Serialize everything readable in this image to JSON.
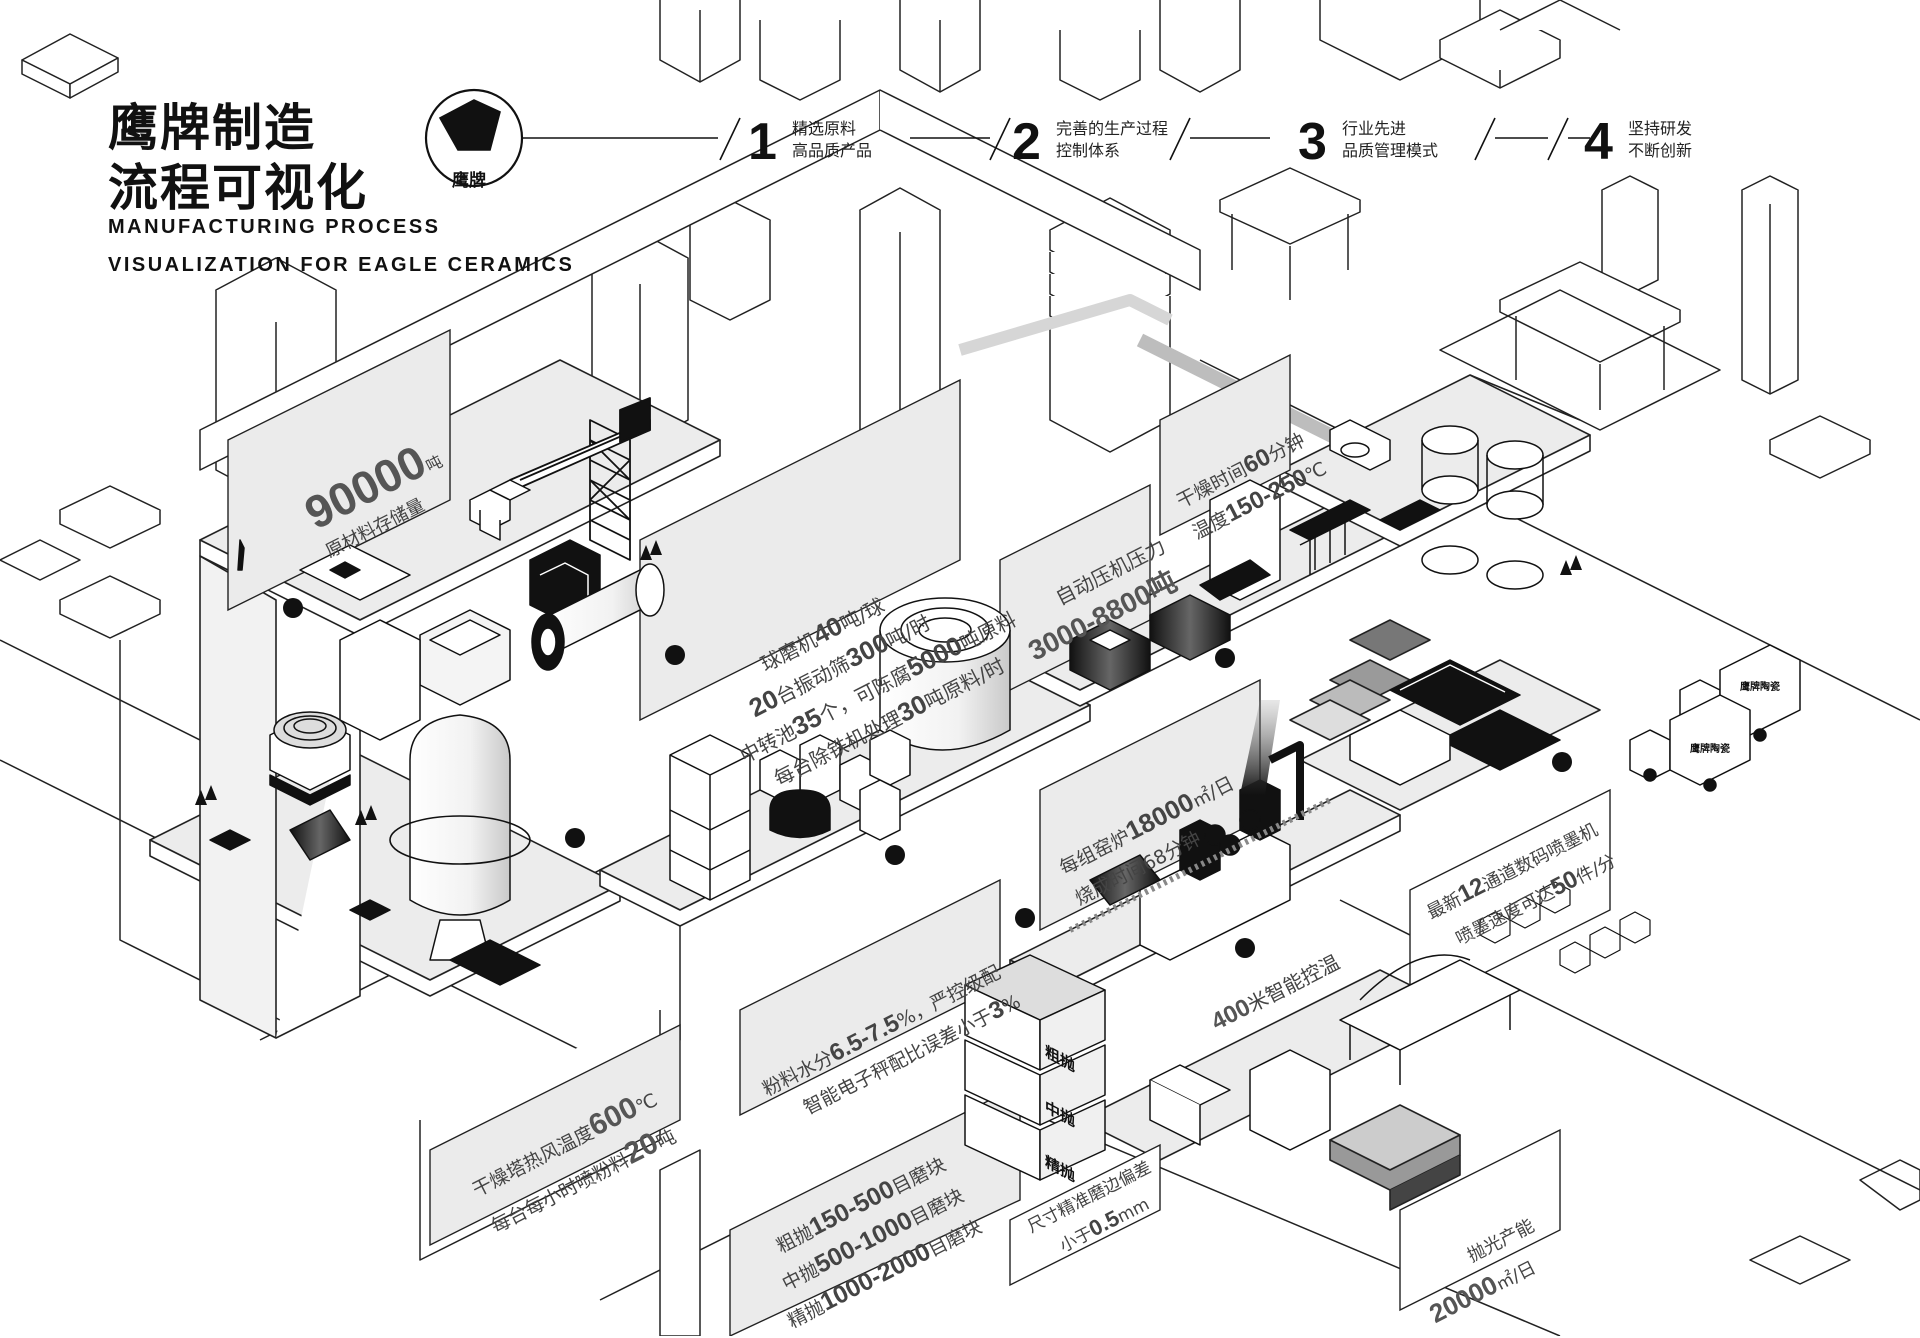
{
  "header": {
    "title_line1": "鹰牌制造",
    "title_line2": "流程可视化",
    "subtitle_line1": "MANUFACTURING PROCESS",
    "subtitle_line2": "VISUALIZATION FOR EAGLE CERAMICS",
    "logo_text": "鹰牌"
  },
  "steps": [
    {
      "number": "1",
      "line1": "精选原料",
      "line2": "高品质产品"
    },
    {
      "number": "2",
      "line1": "完善的生产过程",
      "line2": "控制体系"
    },
    {
      "number": "3",
      "line1": "行业先进",
      "line2": "品质管理模式"
    },
    {
      "number": "4",
      "line1": "坚持研发",
      "line2": "不断创新"
    }
  ],
  "annotations": {
    "storage": {
      "value": "90000",
      "unit": "吨",
      "label": "原材料存储量"
    },
    "ballmill": {
      "line1_pre": "球磨机",
      "line1_val": "40",
      "line1_post": "吨/球",
      "line2_val1": "20",
      "line2_mid": "台振动筛",
      "line2_val2": "300",
      "line2_post": "吨/时",
      "line3_pre": "中转池",
      "line3_val1": "35",
      "line3_mid": "个，可陈腐",
      "line3_val2": "5000",
      "line3_post": "吨原料",
      "line4_pre": "每台除铁机处理",
      "line4_val": "30",
      "line4_post": "吨原料/时"
    },
    "press": {
      "line1": "自动压机压力",
      "line2": "3000-8800吨"
    },
    "drying": {
      "line1_pre": "干燥时间",
      "line1_val": "60",
      "line1_post": "分钟",
      "line2_pre": "温度",
      "line2_val": "150-250",
      "line2_post": "℃"
    },
    "kiln": {
      "line1_pre": "每组窑炉",
      "line1_val": "18000",
      "line1_post": "㎡/日",
      "line2": "烧成时间68分钟"
    },
    "inkjet": {
      "line1_pre": "最新",
      "line1_val1": "12",
      "line1_mid": "通道数码喷墨机",
      "line2_pre": "喷墨速度可达",
      "line2_val": "50",
      "line2_post": "件/分"
    },
    "powder": {
      "line1_pre": "粉料水分",
      "line1_val": "6.5-7.5",
      "line1_post": "%，严控级配",
      "line2_pre": "智能电子秤配比误差小于",
      "line2_val": "3",
      "line2_post": "%"
    },
    "temp400": {
      "val": "400",
      "post": "米智能控温"
    },
    "spray": {
      "line1_pre": "干燥塔热风温度",
      "line1_val": "600",
      "line1_post": "℃",
      "line2_pre": "每台每小时喷粉料",
      "line2_val": "20",
      "line2_post": "吨"
    },
    "polish": {
      "line1_pre": "粗抛",
      "line1_val": "150-500",
      "line1_post": "目磨块",
      "line2_pre": "中抛",
      "line2_val": "500-1000",
      "line2_post": "目磨块",
      "line3_pre": "精抛",
      "line3_val": "1000-2000",
      "line3_post": "目磨块"
    },
    "edge": {
      "line1": "尺寸精准磨边偏差",
      "line2_pre": "小于",
      "line2_val": "0.5",
      "line2_post": "mm"
    },
    "capacity": {
      "line1": "抛光产能",
      "line2_val": "20000",
      "line2_post": "㎡/日"
    }
  },
  "polish_boxes": [
    "粗抛",
    "中抛",
    "精抛"
  ],
  "truck_label": "鹰牌陶瓷",
  "colors": {
    "ink": "#111111",
    "line": "#1a1a1a",
    "gray": "#9a9a9a",
    "light": "#ececec",
    "mid": "#cfcfcf"
  }
}
